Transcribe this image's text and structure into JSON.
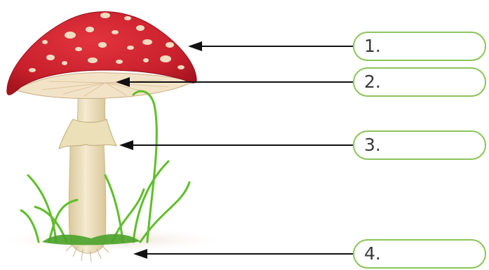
{
  "diagram": {
    "subject": "mushroom-parts",
    "labels": [
      {
        "number": "1.",
        "points_to": "cap"
      },
      {
        "number": "2.",
        "points_to": "gills"
      },
      {
        "number": "3.",
        "points_to": "ring"
      },
      {
        "number": "4.",
        "points_to": "base"
      }
    ],
    "colors": {
      "cap": "#c8202c",
      "cap_spots": "#f1dcc0",
      "stem": "#efe3bd",
      "grass": "#5fbe2a",
      "box_border": "#8cc45a",
      "arrow": "#111111"
    }
  }
}
